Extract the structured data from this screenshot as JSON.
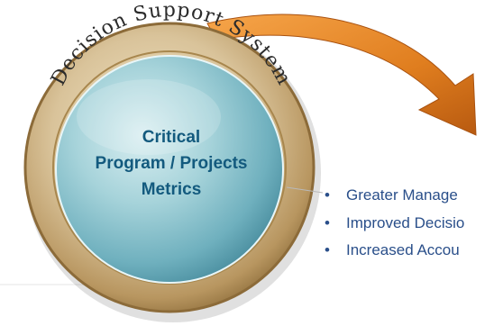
{
  "ring_title": "Decision Support System",
  "center": {
    "lines": [
      "Critical",
      "Program / Projects",
      "Metrics"
    ]
  },
  "bullets": [
    "Greater Manage",
    "Improved Decisio",
    "Increased Accou"
  ],
  "colors": {
    "ring_gold": "#c9b082",
    "center_teal": "#7ab8c4",
    "center_text": "#135a7e",
    "arrow": "#e07e1f",
    "bullet_text": "#2a4f8a"
  }
}
